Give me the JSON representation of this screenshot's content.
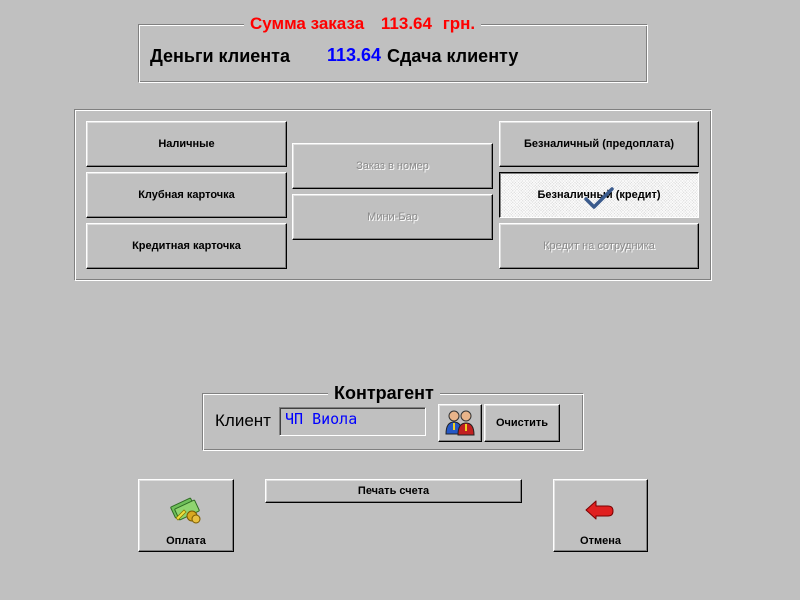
{
  "summary": {
    "order_total_label": "Сумма заказа",
    "order_total_value": "113.64",
    "currency": "грн.",
    "client_money_label": "Деньги клиента",
    "client_money_value": "113.64",
    "change_label": "Сдача клиенту"
  },
  "payment_methods": {
    "cash": "Наличные",
    "club_card": "Клубная карточка",
    "credit_card": "Кредитная карточка",
    "room_order": "Заказ в номер",
    "mini_bar": "Мини-Бар",
    "non_cash_prepay": "Безналичный (предоплата)",
    "non_cash_credit": "Безналичный (кредит)",
    "employee_credit": "Кредит на сотрудника",
    "selected": "non_cash_credit"
  },
  "counterparty": {
    "group_title": "Контрагент",
    "client_label": "Клиент",
    "client_value": "ЧП Виола",
    "clear_button": "Очистить"
  },
  "actions": {
    "print_invoice": "Печать счета",
    "pay": "Оплата",
    "cancel": "Отмена"
  },
  "colors": {
    "background": "#c0c0c0",
    "total_text": "#ff0000",
    "money_text": "#0000ff",
    "client_value_text": "#0000ff",
    "disabled_text": "#8c8c8c"
  },
  "icons": {
    "selected_mark": "checkmark-icon",
    "client_lookup": "people-icon",
    "pay": "money-icon",
    "cancel": "back-arrow-icon"
  }
}
